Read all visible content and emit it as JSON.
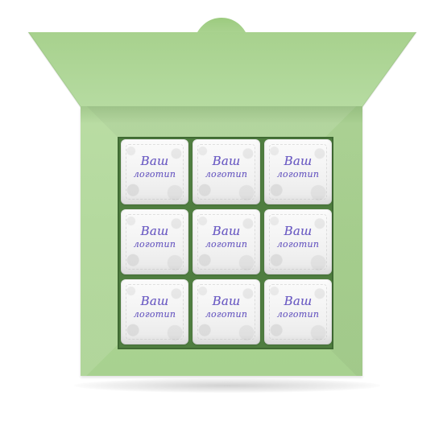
{
  "product": {
    "item_text": {
      "line1": "Ваш",
      "line2": "логотип"
    },
    "layout": "3x3",
    "colors": {
      "box_green": "#acd593",
      "lid_green": "#a9d28f",
      "tray_green": "#4f7e40",
      "cube_white": "#f6f6f6",
      "logo_purple": "#6b5bc7"
    }
  }
}
